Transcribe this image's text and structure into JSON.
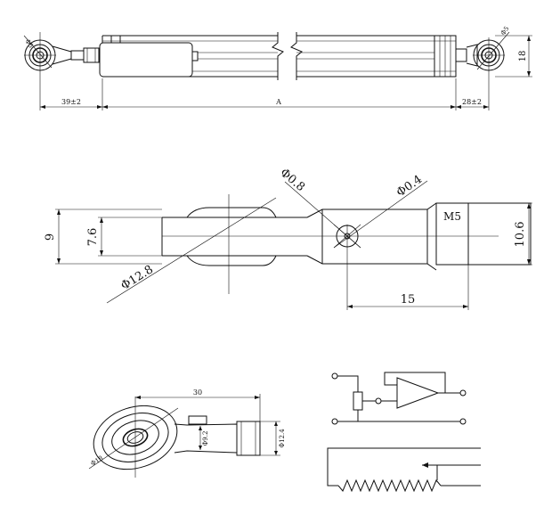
{
  "drawing": {
    "top_view": {
      "d_left_eye": "Φ5",
      "d_right_eye": "Φ5",
      "len_left": "39±2",
      "len_mid": "A",
      "len_right": "28±2",
      "height": "18"
    },
    "detail_view": {
      "d_small": "Φ0.8",
      "d_hole": "Φ0.4",
      "thread": "M5",
      "d_body": "Φ12.8",
      "h_outer": "9",
      "h_inner": "7.6",
      "h_right": "10.6",
      "len": "15"
    },
    "end_view": {
      "length": "30",
      "d_eye": "Φ18",
      "d_shaft": "Φ9.2",
      "d_nut": "Φ12.4"
    }
  }
}
